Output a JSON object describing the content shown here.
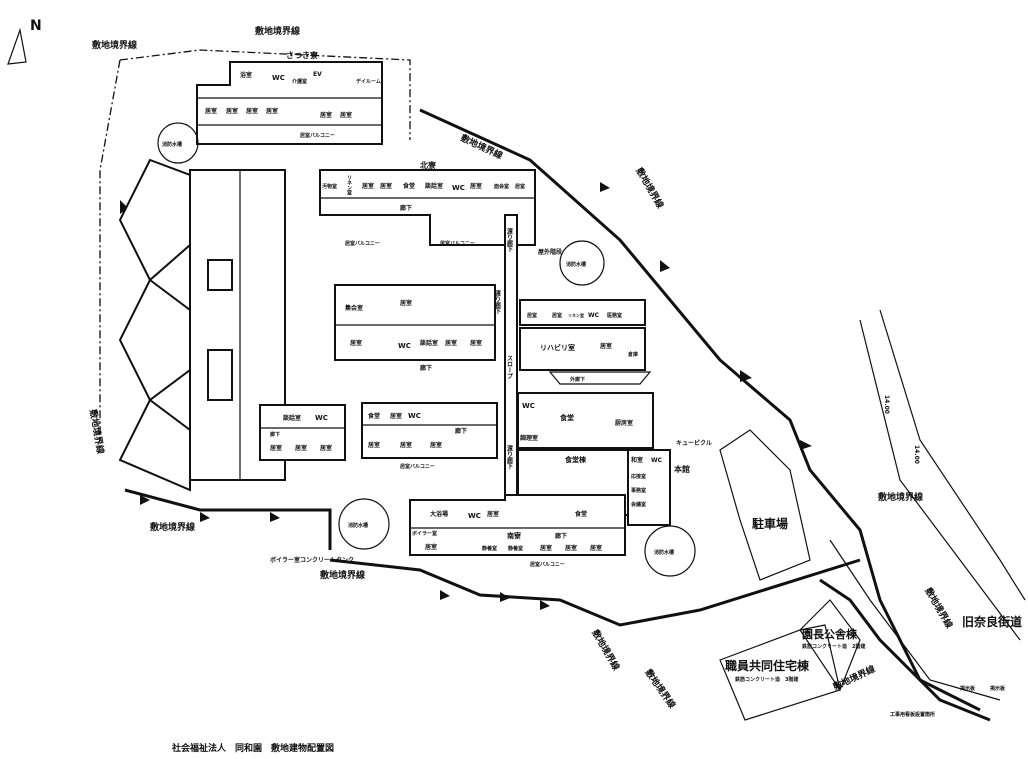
{
  "title": "社会福祉法人　同和園　敷地建物配置図",
  "north_label": "N",
  "boundary_label": "敷地境界線",
  "buildings": {
    "satsuki": {
      "name": "さつき寮",
      "rooms": [
        "浴室",
        "WC",
        "介護室",
        "EV",
        "居室",
        "居室",
        "居室",
        "居室",
        "居室",
        "居室",
        "デイルーム"
      ],
      "balcony": "居室バルコニー"
    },
    "north": {
      "name": "北寮",
      "rooms": [
        "汚物室",
        "リネン室",
        "居室",
        "居室",
        "食堂",
        "談話室",
        "WC",
        "居室",
        "面会室",
        "居室"
      ],
      "corridor": "廊下",
      "balcony": "居室バルコニー"
    },
    "center": {
      "rooms": [
        "集会室",
        "居室",
        "居室",
        "WC",
        "談話室",
        "居室",
        "居室"
      ],
      "corridor": "廊下"
    },
    "center2": {
      "rooms": [
        "食堂",
        "居室",
        "WC",
        "居室",
        "居室",
        "居室"
      ],
      "corridor": "廊下",
      "balcony": "居室バルコニー"
    },
    "west2": {
      "rooms": [
        "談話室",
        "WC",
        "居室",
        "居室",
        "居室"
      ],
      "corridor": "廊下"
    },
    "rehab": {
      "rooms": [
        "居室",
        "居室",
        "リネン室",
        "WC",
        "医務室",
        "リハビリ室",
        "居室",
        "倉庫"
      ],
      "corridor": "外廊下"
    },
    "dining": {
      "name": "食堂棟",
      "rooms": [
        "WC",
        "食堂",
        "厨房室",
        "調理室"
      ]
    },
    "honkan": {
      "name": "本館",
      "rooms": [
        "和室",
        "WC",
        "応接室",
        "事務室",
        "会議室"
      ]
    },
    "south": {
      "name": "南寮",
      "rooms": [
        "ボイラー室",
        "大浴場",
        "WC",
        "居室",
        "居室",
        "静養室",
        "静養室",
        "居室",
        "居室",
        "居室",
        "食堂"
      ],
      "corridor": "廊下",
      "balcony": "居室バルコニー"
    }
  },
  "connectors": [
    "渡り廊下",
    "渡り廊下",
    "スロープ",
    "渡り廊下"
  ],
  "facilities": [
    "消防水槽",
    "消防水槽",
    "消防水槽",
    "消防水槽",
    "屋外階段",
    "キュービクル",
    "ボイラー室コンクリートタンク"
  ],
  "parking": "駐車場",
  "road": "旧奈良街道",
  "principal_house": {
    "name": "園長公舎棟",
    "structure": "鉄筋コンクリート造　2階建"
  },
  "staff_housing": {
    "name": "職員共同住宅棟",
    "structure": "鉄筋コンクリート造　3階建"
  },
  "signs": [
    "工事用看板設置箇所",
    "掲示板",
    "掲示板"
  ],
  "road_width": [
    "14.00",
    "14.00"
  ]
}
